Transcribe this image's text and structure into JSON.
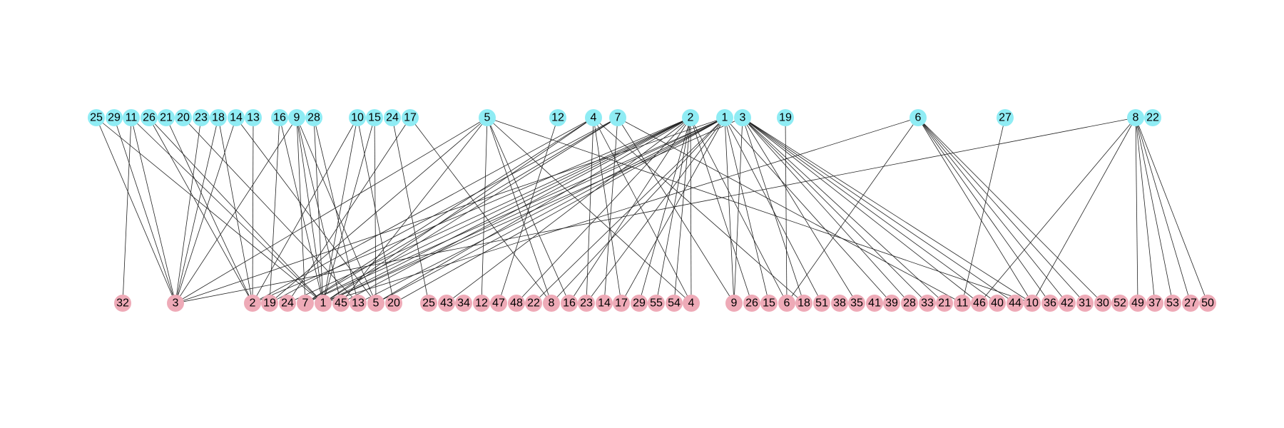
{
  "colors": {
    "top_node": "#8fecf4",
    "bottom_node": "#eeaab7",
    "edge": "#222222",
    "background": "#ffffff"
  },
  "top_nodes": [
    "25",
    "29",
    "11",
    "26",
    "21",
    "20",
    "23",
    "18",
    "14",
    "13",
    "16",
    "9",
    "28",
    "10",
    "15",
    "24",
    "17",
    "5",
    "12",
    "4",
    "7",
    "2",
    "1",
    "3",
    "19",
    "6",
    "27",
    "8",
    "22"
  ],
  "bottom_nodes": [
    "32",
    "3",
    "2",
    "19",
    "24",
    "7",
    "1",
    "45",
    "13",
    "5",
    "20",
    "25",
    "43",
    "34",
    "12",
    "47",
    "48",
    "22",
    "8",
    "16",
    "23",
    "14",
    "17",
    "29",
    "55",
    "54",
    "4",
    "9",
    "26",
    "15",
    "6",
    "18",
    "51",
    "38",
    "35",
    "41",
    "39",
    "28",
    "33",
    "21",
    "11",
    "46",
    "40",
    "44",
    "10",
    "36",
    "42",
    "31",
    "30",
    "52",
    "49",
    "37",
    "53",
    "27",
    "50"
  ],
  "edges": [
    [
      0,
      1
    ],
    [
      0,
      6
    ],
    [
      1,
      1
    ],
    [
      2,
      0
    ],
    [
      2,
      1
    ],
    [
      2,
      6
    ],
    [
      3,
      2
    ],
    [
      3,
      6
    ],
    [
      4,
      2
    ],
    [
      5,
      8
    ],
    [
      6,
      1
    ],
    [
      7,
      1
    ],
    [
      7,
      2
    ],
    [
      8,
      1
    ],
    [
      8,
      9
    ],
    [
      9,
      2
    ],
    [
      10,
      6
    ],
    [
      10,
      3
    ],
    [
      11,
      1
    ],
    [
      11,
      6
    ],
    [
      11,
      5
    ],
    [
      11,
      7
    ],
    [
      11,
      9
    ],
    [
      12,
      6
    ],
    [
      12,
      8
    ],
    [
      13,
      2
    ],
    [
      13,
      6
    ],
    [
      13,
      10
    ],
    [
      14,
      9
    ],
    [
      14,
      6
    ],
    [
      15,
      11
    ],
    [
      16,
      4
    ],
    [
      16,
      18
    ],
    [
      17,
      1
    ],
    [
      17,
      3
    ],
    [
      17,
      7
    ],
    [
      17,
      14
    ],
    [
      17,
      18
    ],
    [
      17,
      19
    ],
    [
      17,
      26
    ],
    [
      17,
      44
    ],
    [
      19,
      2
    ],
    [
      19,
      5
    ],
    [
      19,
      6
    ],
    [
      19,
      20
    ],
    [
      19,
      22
    ],
    [
      19,
      26
    ],
    [
      19,
      31
    ],
    [
      20,
      3
    ],
    [
      20,
      5
    ],
    [
      20,
      6
    ],
    [
      20,
      21
    ],
    [
      20,
      27
    ],
    [
      20,
      40
    ],
    [
      18,
      15
    ],
    [
      21,
      2
    ],
    [
      21,
      4
    ],
    [
      21,
      5
    ],
    [
      21,
      6
    ],
    [
      21,
      7
    ],
    [
      21,
      9
    ],
    [
      21,
      12
    ],
    [
      21,
      16
    ],
    [
      21,
      19
    ],
    [
      21,
      23
    ],
    [
      21,
      24
    ],
    [
      21,
      25
    ],
    [
      21,
      26
    ],
    [
      21,
      28
    ],
    [
      21,
      30
    ],
    [
      22,
      1
    ],
    [
      22,
      5
    ],
    [
      22,
      6
    ],
    [
      22,
      8
    ],
    [
      22,
      9
    ],
    [
      22,
      10
    ],
    [
      22,
      17
    ],
    [
      22,
      18
    ],
    [
      22,
      20
    ],
    [
      22,
      22
    ],
    [
      22,
      27
    ],
    [
      22,
      29
    ],
    [
      22,
      32
    ],
    [
      22,
      36
    ],
    [
      23,
      6
    ],
    [
      23,
      27
    ],
    [
      23,
      31
    ],
    [
      23,
      34
    ],
    [
      23,
      37
    ],
    [
      23,
      38
    ],
    [
      23,
      39
    ],
    [
      23,
      41
    ],
    [
      23,
      42
    ],
    [
      23,
      43
    ],
    [
      23,
      44
    ],
    [
      24,
      30
    ],
    [
      25,
      6
    ],
    [
      25,
      30
    ],
    [
      25,
      44
    ],
    [
      25,
      45
    ],
    [
      25,
      46
    ],
    [
      25,
      47
    ],
    [
      25,
      48
    ],
    [
      26,
      40
    ],
    [
      27,
      1
    ],
    [
      27,
      41
    ],
    [
      27,
      44
    ],
    [
      27,
      50
    ],
    [
      27,
      51
    ],
    [
      27,
      52
    ],
    [
      27,
      53
    ],
    [
      27,
      54
    ]
  ]
}
